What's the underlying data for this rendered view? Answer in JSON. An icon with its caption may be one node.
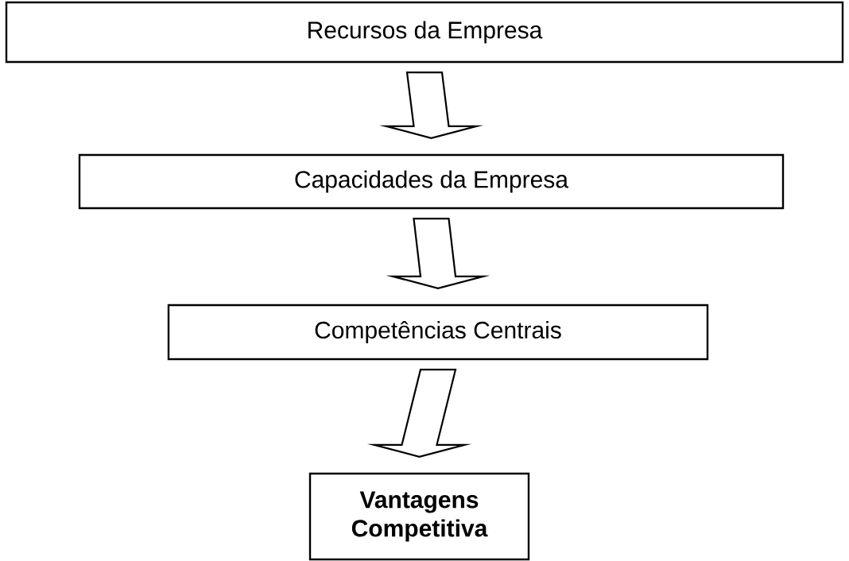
{
  "diagram": {
    "nodes": [
      {
        "text": [
          "Recursos da Empresa"
        ]
      },
      {
        "text": [
          "Capacidades da Empresa"
        ]
      },
      {
        "text": [
          "Competências Centrais"
        ]
      },
      {
        "text": [
          "Vantagens Competitiva"
        ]
      }
    ],
    "edges": [
      {
        "from": 0,
        "to": 1,
        "arrow": "to"
      },
      {
        "from": 1,
        "to": 2,
        "arrow": "to"
      },
      {
        "from": 2,
        "to": 3,
        "arrow": "to"
      }
    ]
  }
}
